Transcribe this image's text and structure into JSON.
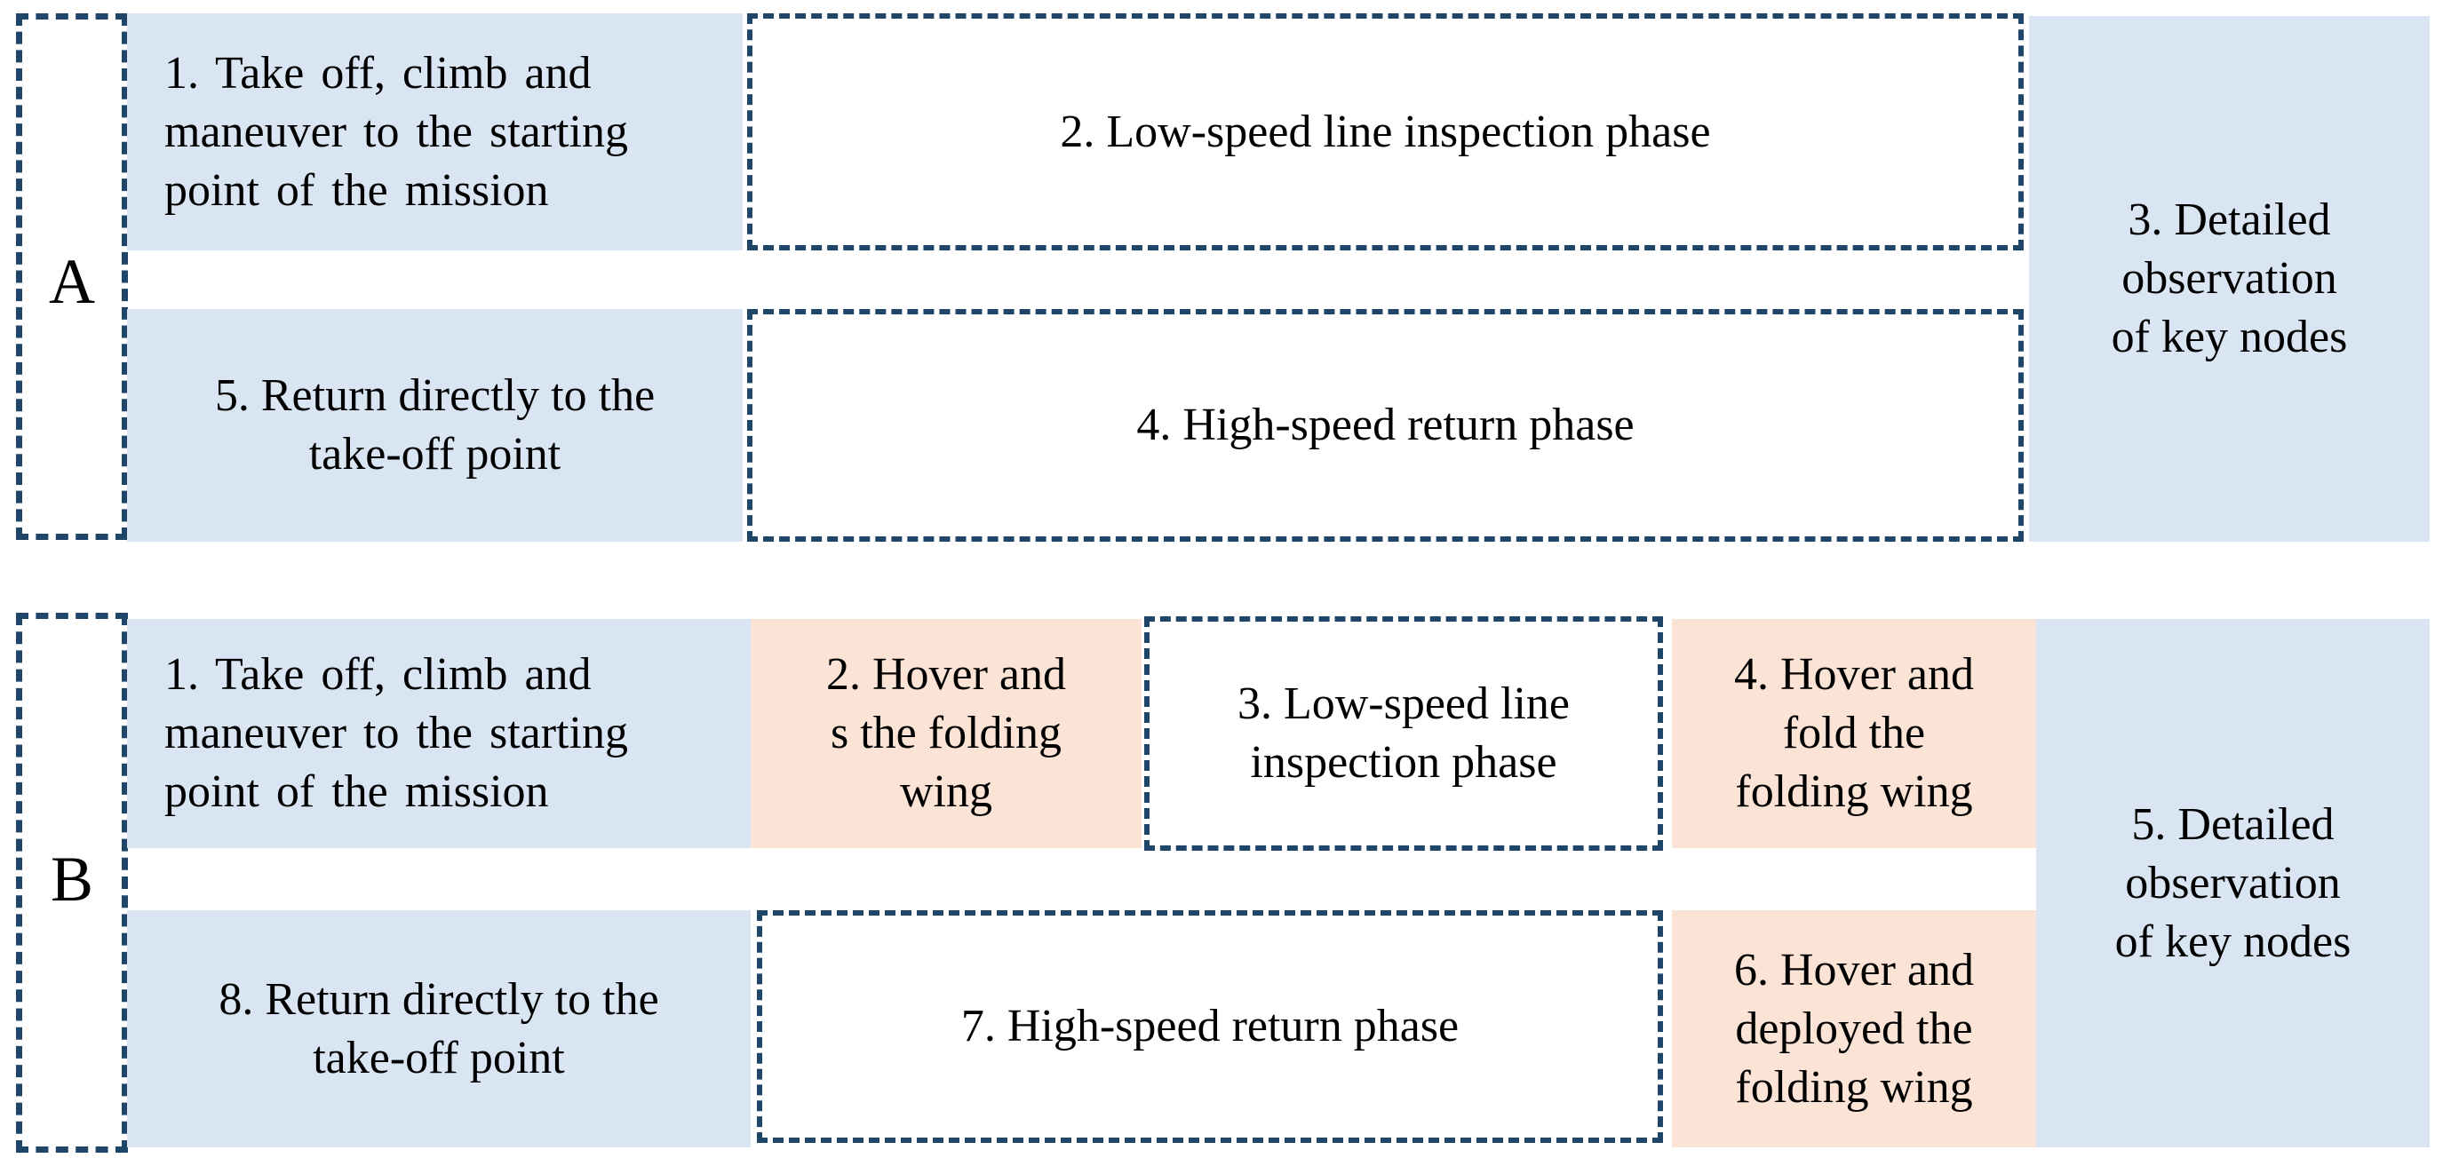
{
  "figure": {
    "type": "uav-mission-phase-diagram",
    "colors": {
      "blue_fill": "#d9e5f2",
      "peach_fill": "#fbe3d6",
      "dash_navy": "#1f4569",
      "text": "#000000",
      "background": "#ffffff"
    },
    "row_a": {
      "label": "A",
      "takeoff": "1. Take off, climb and\nmaneuver to the starting\npoint of the mission",
      "low_speed": "2. Low-speed line inspection phase",
      "observation": "3. Detailed\nobservation\nof key nodes",
      "high_speed": "4. High-speed return phase",
      "return_home": "5. Return directly to the\ntake-off point"
    },
    "row_b": {
      "label": "B",
      "takeoff": "1. Take off, climb and\nmaneuver to the starting\npoint of the mission",
      "hover_spread": "2. Hover and\ns the folding\nwing",
      "low_speed": "3. Low-speed line\ninspection phase",
      "hover_fold": "4. Hover and\nfold the\nfolding wing",
      "observation": "5. Detailed\nobservation\nof key nodes",
      "hover_deploy": "6. Hover and\ndeployed the\nfolding wing",
      "high_speed": "7. High-speed return phase",
      "return_home": "8. Return directly to the\ntake-off point"
    }
  }
}
